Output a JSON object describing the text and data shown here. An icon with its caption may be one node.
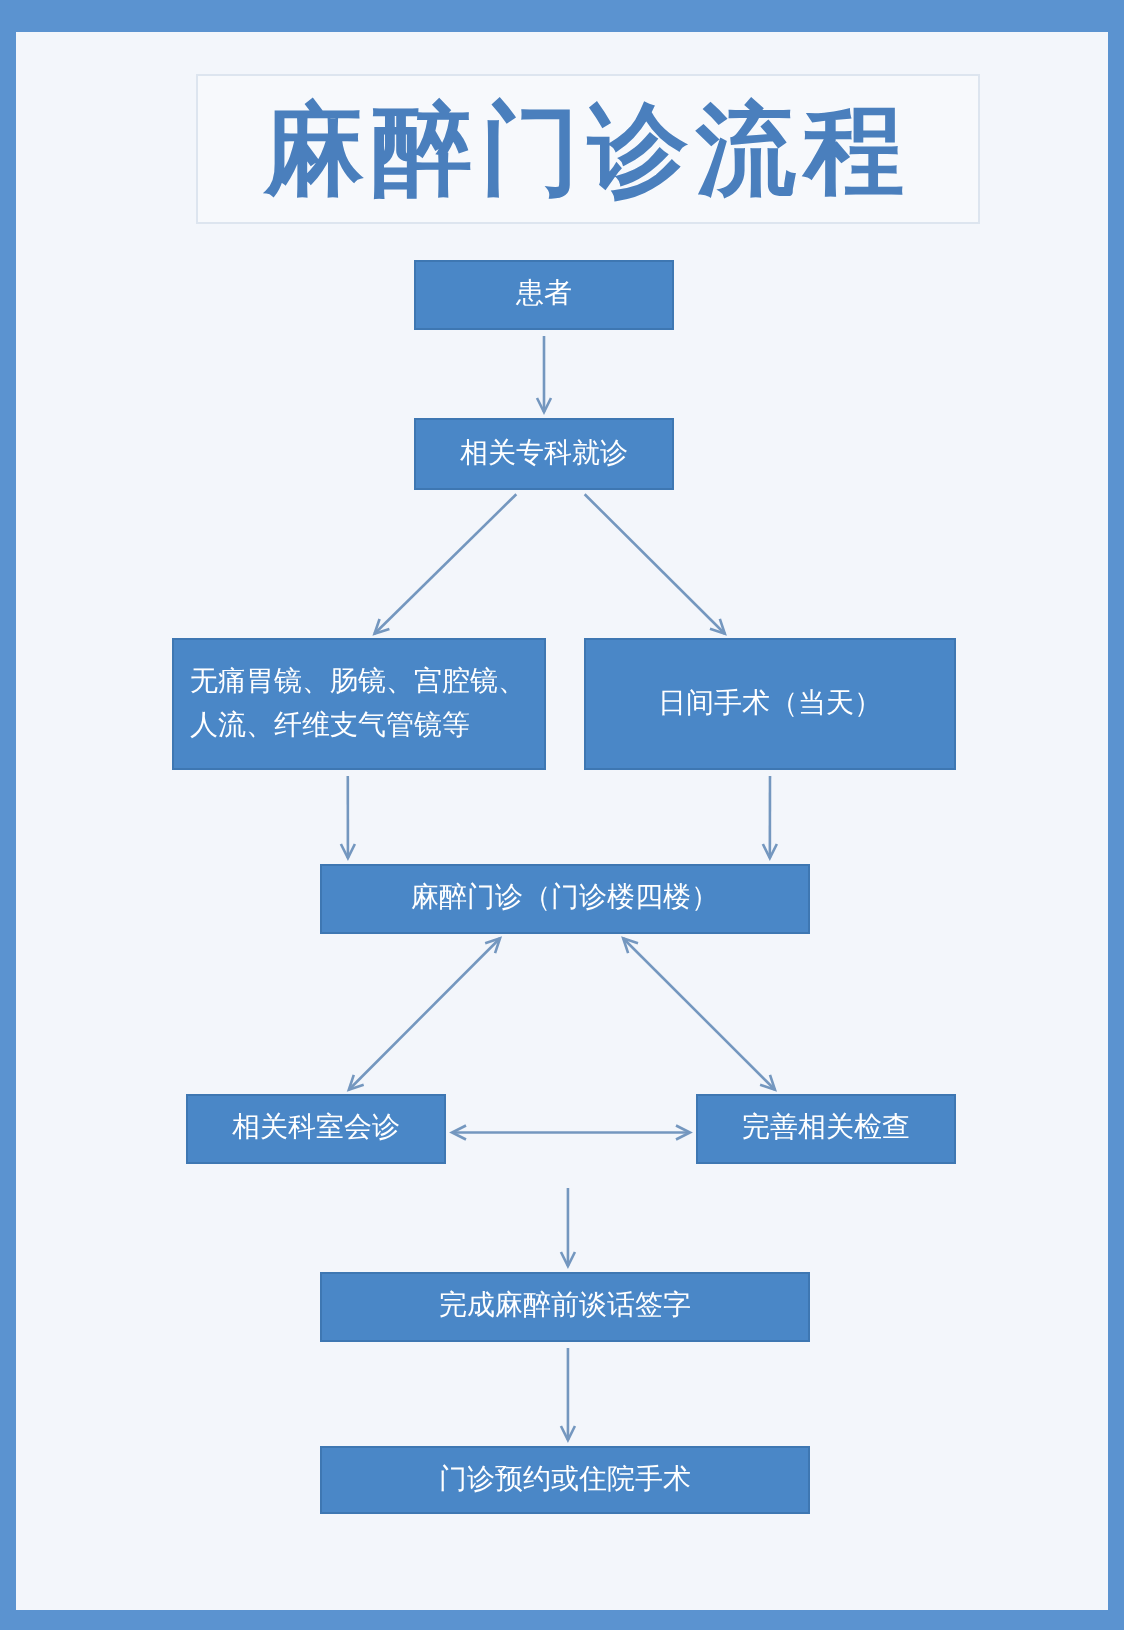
{
  "diagram": {
    "title": "麻醉门诊流程",
    "nodes": [
      {
        "text": [
          "患者"
        ]
      },
      {
        "text": [
          "相关专科就诊"
        ]
      },
      {
        "text": [
          "无痛胃镜、肠镜、宫腔镜、人流、纤维支气管镜等"
        ]
      },
      {
        "text": [
          "日间手术（当天）"
        ]
      },
      {
        "text": [
          "麻醉门诊（门诊楼四楼）"
        ]
      },
      {
        "text": [
          "相关科室会诊"
        ]
      },
      {
        "text": [
          "完善相关检查"
        ]
      },
      {
        "text": [
          "完成麻醉前谈话签字"
        ]
      },
      {
        "text": [
          "门诊预约或住院手术"
        ]
      }
    ],
    "edges": [
      {
        "from": 0,
        "to": 1,
        "arrow": "to"
      },
      {
        "from": 1,
        "to": 2,
        "arrow": "to"
      },
      {
        "from": 1,
        "to": 3,
        "arrow": "to"
      },
      {
        "from": 2,
        "to": 4,
        "arrow": "to"
      },
      {
        "from": 3,
        "to": 4,
        "arrow": "to"
      },
      {
        "from": 4,
        "to": 5,
        "arrow": "both"
      },
      {
        "from": 4,
        "to": 6,
        "arrow": "both"
      },
      {
        "from": 5,
        "to": 6,
        "arrow": "both"
      },
      {
        "from": null,
        "to": 7,
        "arrow": "to"
      },
      {
        "from": 7,
        "to": 8,
        "arrow": "to"
      }
    ]
  }
}
